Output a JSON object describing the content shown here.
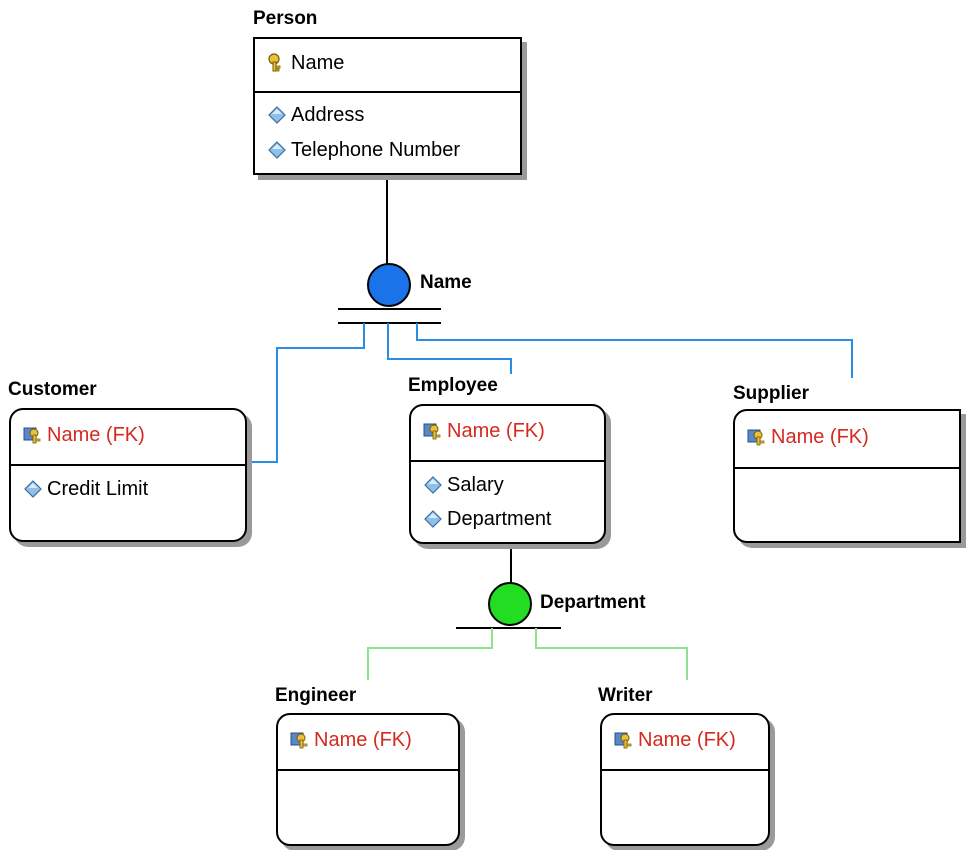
{
  "colors": {
    "disc_name": "#1a73e8",
    "disc_department": "#22dd22",
    "line_blue": "#2b8ee6",
    "line_green": "#8fe38f",
    "fk_red": "#d42a1f"
  },
  "entities": {
    "person": {
      "title": "Person",
      "key": {
        "label": "Name",
        "icon": "primary-key-icon"
      },
      "attributes": [
        {
          "label": "Address",
          "icon": "attribute-diamond-icon"
        },
        {
          "label": "Telephone Number",
          "icon": "attribute-diamond-icon"
        }
      ]
    },
    "customer": {
      "title": "Customer",
      "key": {
        "label": "Name (FK)",
        "icon": "foreign-key-icon"
      },
      "attributes": [
        {
          "label": "Credit Limit",
          "icon": "attribute-diamond-icon"
        }
      ]
    },
    "employee": {
      "title": "Employee",
      "key": {
        "label": "Name (FK)",
        "icon": "foreign-key-icon"
      },
      "attributes": [
        {
          "label": "Salary",
          "icon": "attribute-diamond-icon"
        },
        {
          "label": "Department",
          "icon": "attribute-diamond-icon"
        }
      ]
    },
    "supplier": {
      "title": "Supplier",
      "key": {
        "label": "Name (FK)",
        "icon": "foreign-key-icon"
      },
      "attributes": []
    },
    "engineer": {
      "title": "Engineer",
      "key": {
        "label": "Name (FK)",
        "icon": "foreign-key-icon"
      },
      "attributes": []
    },
    "writer": {
      "title": "Writer",
      "key": {
        "label": "Name (FK)",
        "icon": "foreign-key-icon"
      },
      "attributes": []
    }
  },
  "discriminators": {
    "name": {
      "label": "Name"
    },
    "department": {
      "label": "Department"
    }
  }
}
